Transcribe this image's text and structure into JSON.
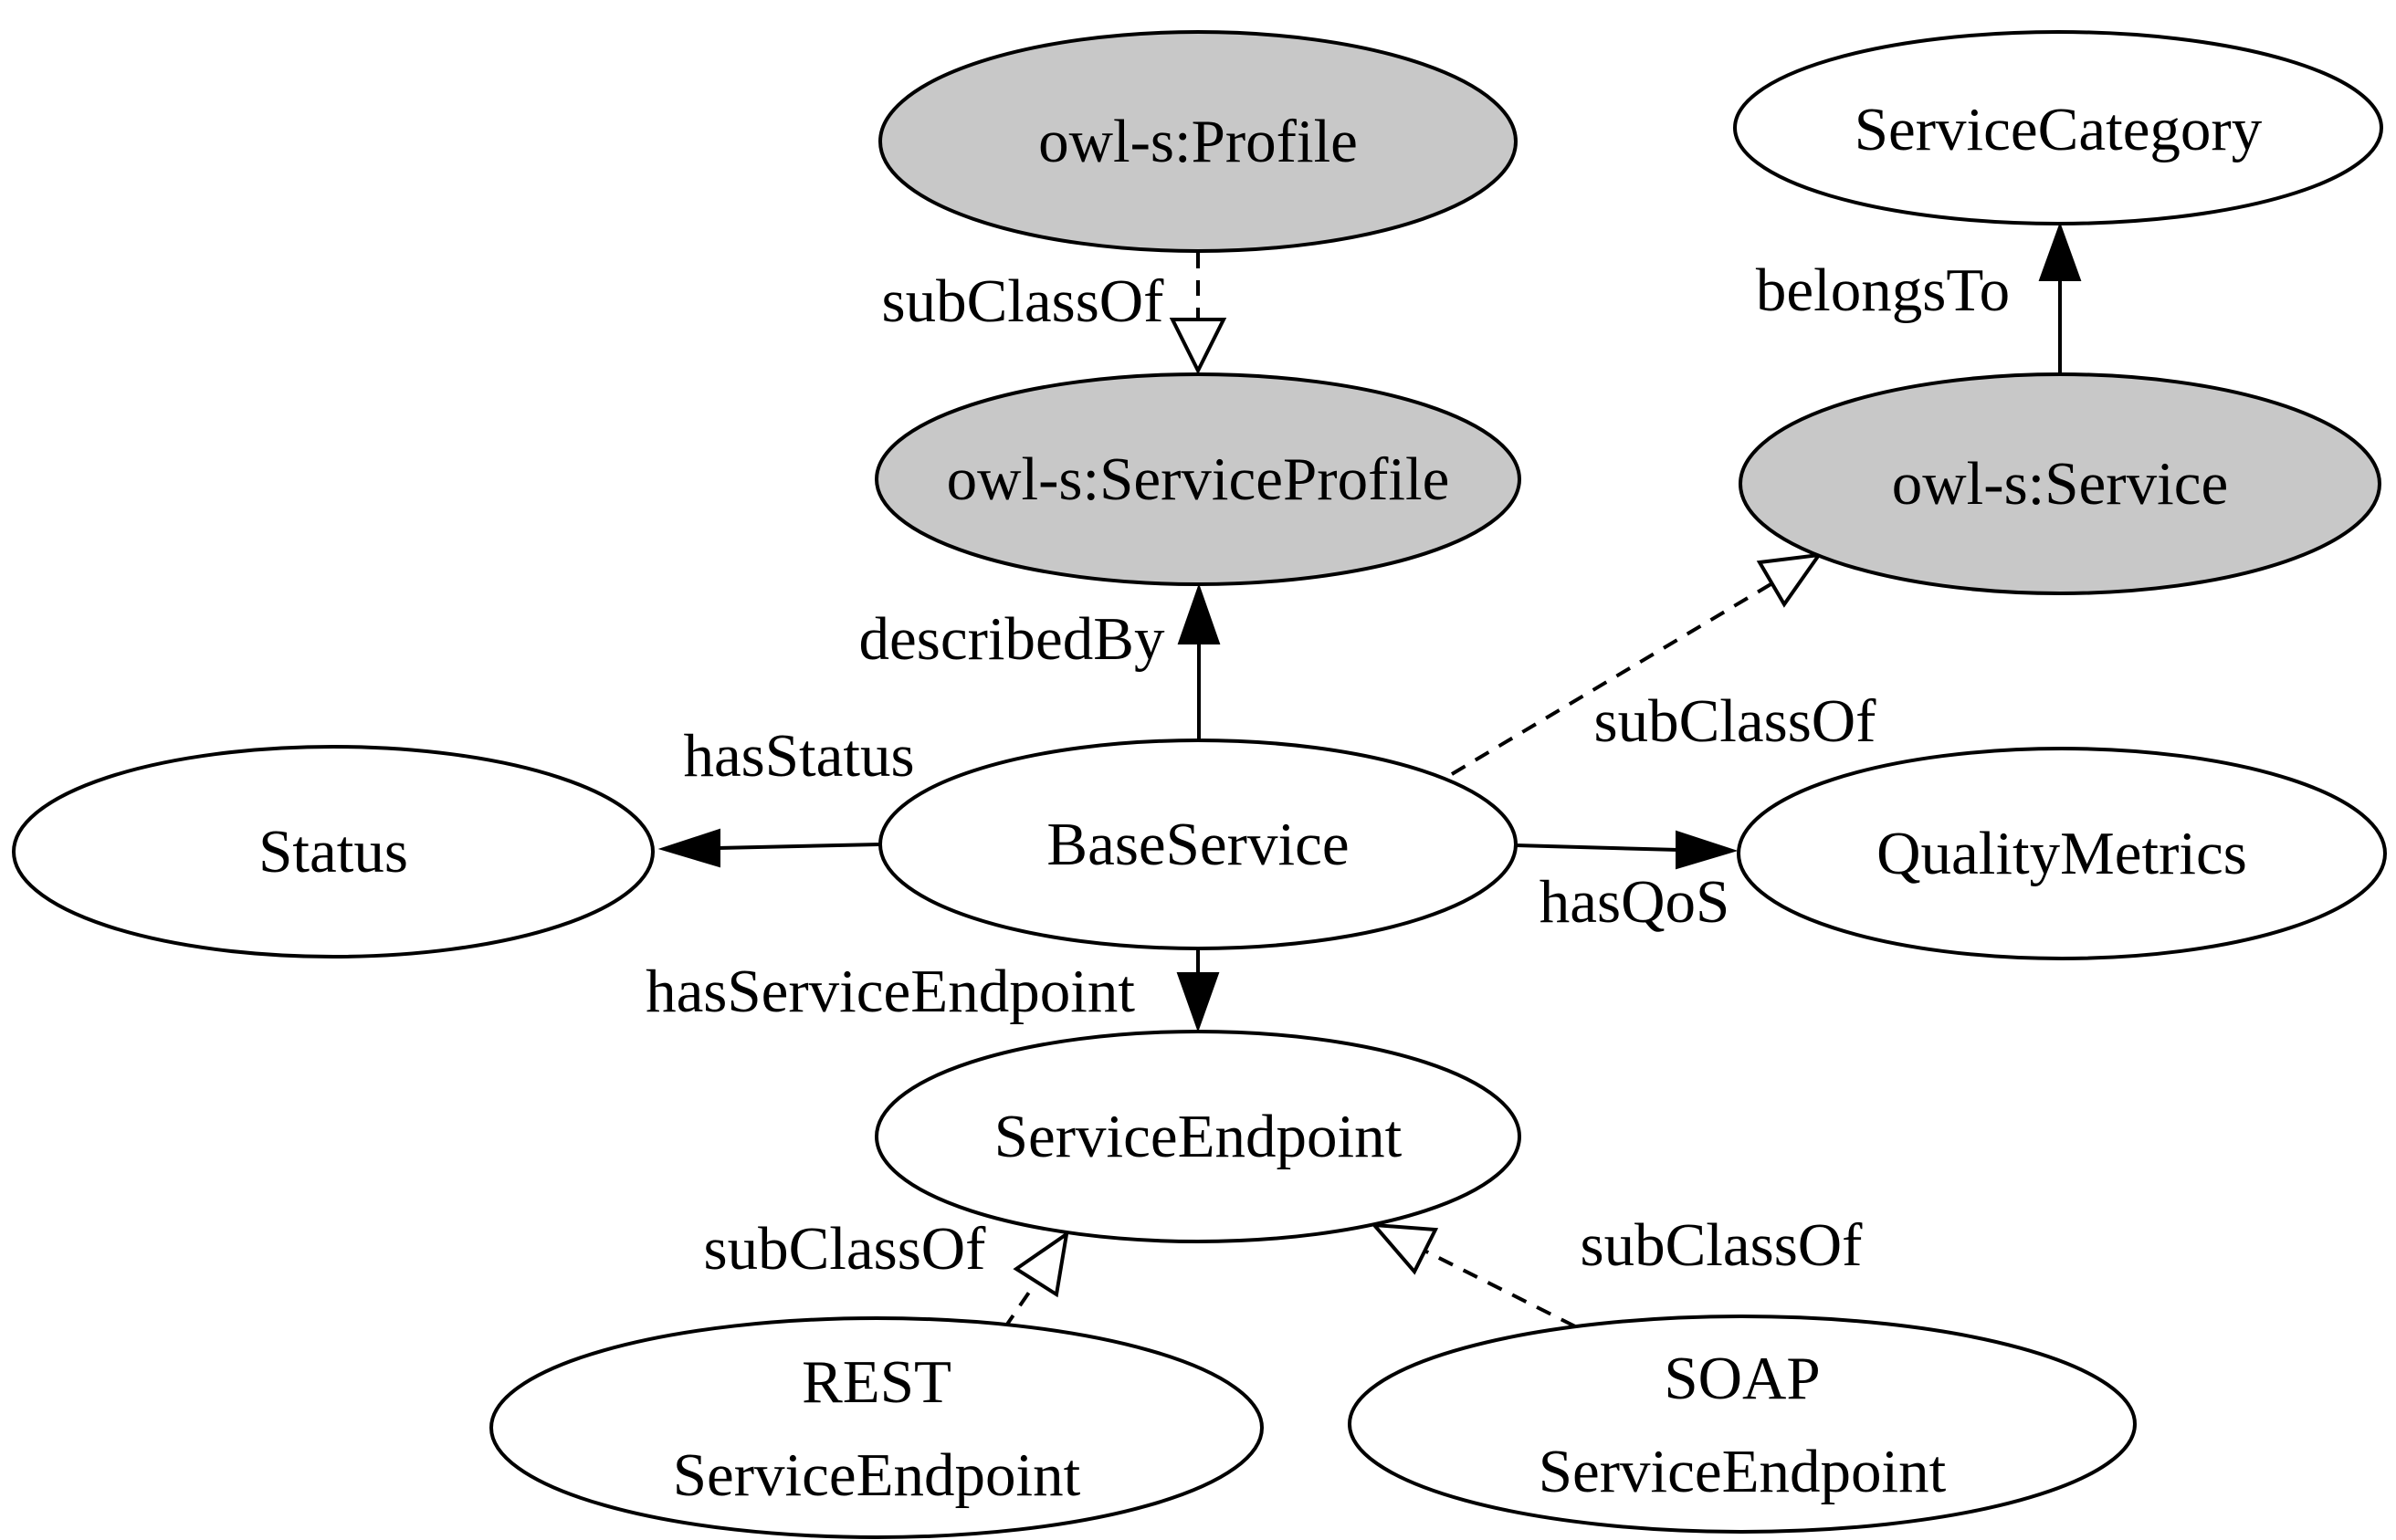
{
  "diagram": {
    "type": "ontology-class-diagram",
    "colors": {
      "background": "#ffffff",
      "node_gray": "#c8c8c8",
      "node_white": "#ffffff",
      "line": "#000000",
      "text": "#000000"
    },
    "nodes": [
      {
        "id": "owl-s-profile",
        "label": "owl-s:Profile",
        "filled": true
      },
      {
        "id": "service-category",
        "label": "ServiceCategory",
        "filled": false
      },
      {
        "id": "owl-s-service-profile",
        "label": "owl-s:ServiceProfile",
        "filled": true
      },
      {
        "id": "owl-s-service",
        "label": "owl-s:Service",
        "filled": true
      },
      {
        "id": "status",
        "label": "Status",
        "filled": false
      },
      {
        "id": "base-service",
        "label": "BaseService",
        "filled": false
      },
      {
        "id": "quality-metrics",
        "label": "QualityMetrics",
        "filled": false
      },
      {
        "id": "service-endpoint",
        "label": "ServiceEndpoint",
        "filled": false
      },
      {
        "id": "rest-service-endpoint",
        "label_line1": "REST",
        "label_line2": "ServiceEndpoint",
        "filled": false
      },
      {
        "id": "soap-service-endpoint",
        "label_line1": "SOAP",
        "label_line2": "ServiceEndpoint",
        "filled": false
      }
    ],
    "edges": [
      {
        "from": "owl-s:Profile",
        "to": "owl-s:ServiceProfile",
        "label": "subClassOf",
        "style": "dashed",
        "arrowhead": "hollow"
      },
      {
        "from": "owl-s:Service",
        "to": "ServiceCategory",
        "label": "belongsTo",
        "style": "solid",
        "arrowhead": "filled"
      },
      {
        "from": "BaseService",
        "to": "owl-s:ServiceProfile",
        "label": "describedBy",
        "style": "solid",
        "arrowhead": "filled"
      },
      {
        "from": "BaseService",
        "to": "owl-s:Service",
        "label": "subClassOf",
        "style": "dashed",
        "arrowhead": "hollow"
      },
      {
        "from": "BaseService",
        "to": "Status",
        "label": "hasStatus",
        "style": "solid",
        "arrowhead": "filled"
      },
      {
        "from": "BaseService",
        "to": "QualityMetrics",
        "label": "hasQoS",
        "style": "solid",
        "arrowhead": "filled"
      },
      {
        "from": "BaseService",
        "to": "ServiceEndpoint",
        "label": "hasServiceEndpoint",
        "style": "solid",
        "arrowhead": "filled"
      },
      {
        "from": "REST ServiceEndpoint",
        "to": "ServiceEndpoint",
        "label": "subClassOf",
        "style": "dashed",
        "arrowhead": "hollow"
      },
      {
        "from": "SOAP ServiceEndpoint",
        "to": "ServiceEndpoint",
        "label": "subClassOf",
        "style": "dashed",
        "arrowhead": "hollow"
      }
    ]
  }
}
